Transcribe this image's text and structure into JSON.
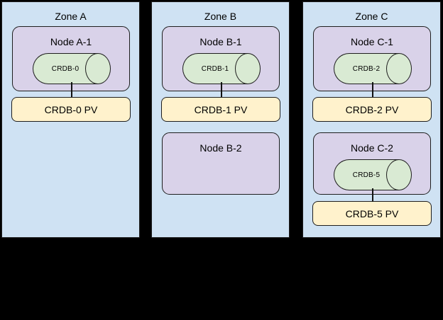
{
  "diagram": {
    "zones": [
      {
        "title": "Zone A",
        "nodes": [
          {
            "title": "Node A-1",
            "db": "CRDB-0",
            "pv": "CRDB-0 PV"
          }
        ]
      },
      {
        "title": "Zone B",
        "nodes": [
          {
            "title": "Node B-1",
            "db": "CRDB-1",
            "pv": "CRDB-1 PV"
          },
          {
            "title": "Node B-2"
          }
        ]
      },
      {
        "title": "Zone C",
        "nodes": [
          {
            "title": "Node C-1",
            "db": "CRDB-2",
            "pv": "CRDB-2 PV"
          },
          {
            "title": "Node C-2",
            "db": "CRDB-5",
            "pv": "CRDB-5 PV"
          }
        ]
      }
    ],
    "colors": {
      "zone_fill": "#cfe2f3",
      "node_fill": "#d9d2e9",
      "database_fill": "#d9ead3",
      "pv_fill": "#fff2cc",
      "stroke": "#1e1e1e",
      "background": "#000000"
    }
  }
}
